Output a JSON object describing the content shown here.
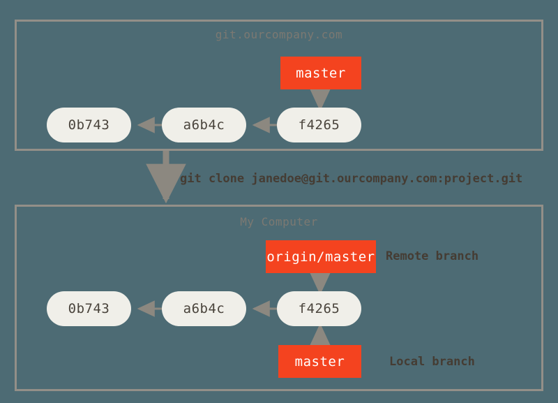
{
  "diagram": {
    "background_color": "#4d6b74",
    "zone_border_color": "#938f88",
    "commit_color": "#f0efe9",
    "branch_color": "#f4431f",
    "arrow_color": "#8c8880",
    "title_color": "#7c7972",
    "annotation_color": "#453c33"
  },
  "server_zone": {
    "title": "git.ourcompany.com",
    "commits": [
      {
        "id": "0b743"
      },
      {
        "id": "a6b4c"
      },
      {
        "id": "f4265"
      }
    ],
    "branches": [
      {
        "label": "master",
        "points_to": "f4265"
      }
    ]
  },
  "transition": {
    "command": "git clone janedoe@git.ourcompany.com:project.git"
  },
  "local_zone": {
    "title": "My Computer",
    "commits": [
      {
        "id": "0b743"
      },
      {
        "id": "a6b4c"
      },
      {
        "id": "f4265"
      }
    ],
    "branches": [
      {
        "label": "origin/master",
        "points_to": "f4265",
        "annotation": "Remote branch"
      },
      {
        "label": "master",
        "points_to": "f4265",
        "annotation": "Local branch"
      }
    ],
    "annotations": {
      "remote": "Remote branch",
      "local": "Local branch"
    }
  }
}
